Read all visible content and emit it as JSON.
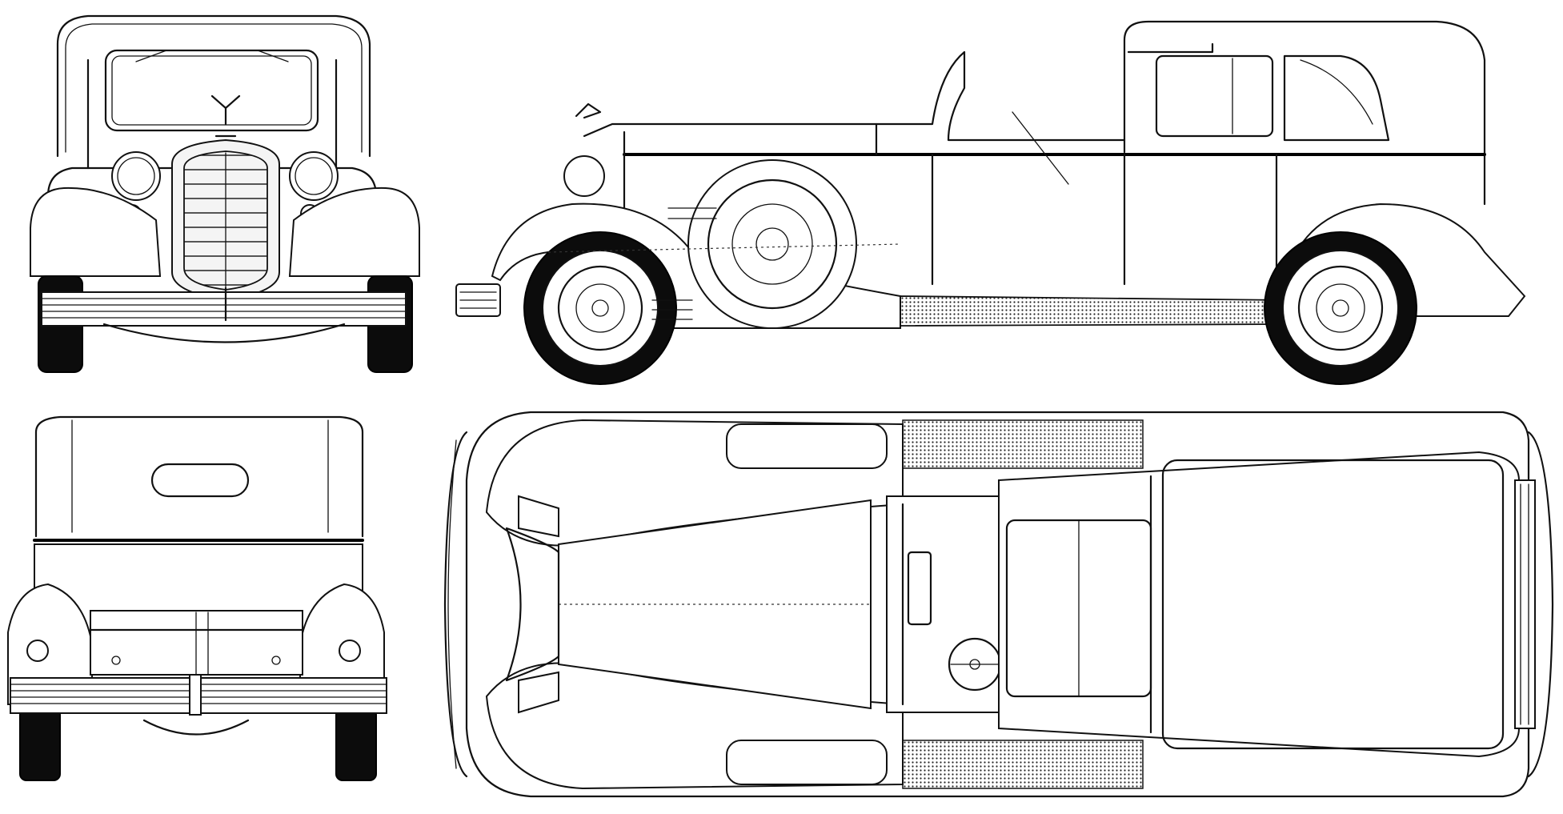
{
  "drawing": {
    "views": [
      "front",
      "side",
      "rear",
      "top"
    ],
    "colors": {
      "ink": "#111111",
      "paper": "#ffffff",
      "tyre": "#0c0c0c",
      "running_board_hatch": "#555555"
    }
  }
}
